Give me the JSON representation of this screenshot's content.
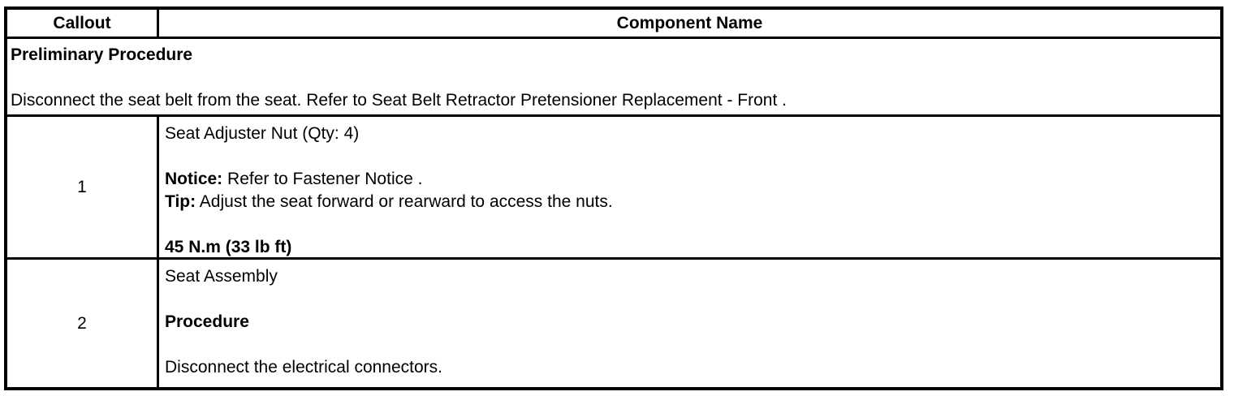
{
  "table": {
    "header": {
      "callout_label": "Callout",
      "component_label": "Component Name"
    },
    "preliminary": {
      "title": "Preliminary Procedure",
      "body": "Disconnect the seat belt from the seat. Refer to Seat Belt Retractor Pretensioner Replacement - Front ."
    },
    "rows": [
      {
        "callout": "1",
        "component": "Seat Adjuster Nut (Qty: 4)",
        "notice_label": "Notice:",
        "notice_text": " Refer to Fastener Notice .",
        "tip_label": "Tip:",
        "tip_text": " Adjust the seat forward or rearward to access the nuts.",
        "torque": "45 N.m (33 lb ft)"
      },
      {
        "callout": "2",
        "component": "Seat Assembly",
        "procedure_label": "Procedure",
        "procedure_step": "Disconnect the electrical connectors."
      }
    ]
  }
}
